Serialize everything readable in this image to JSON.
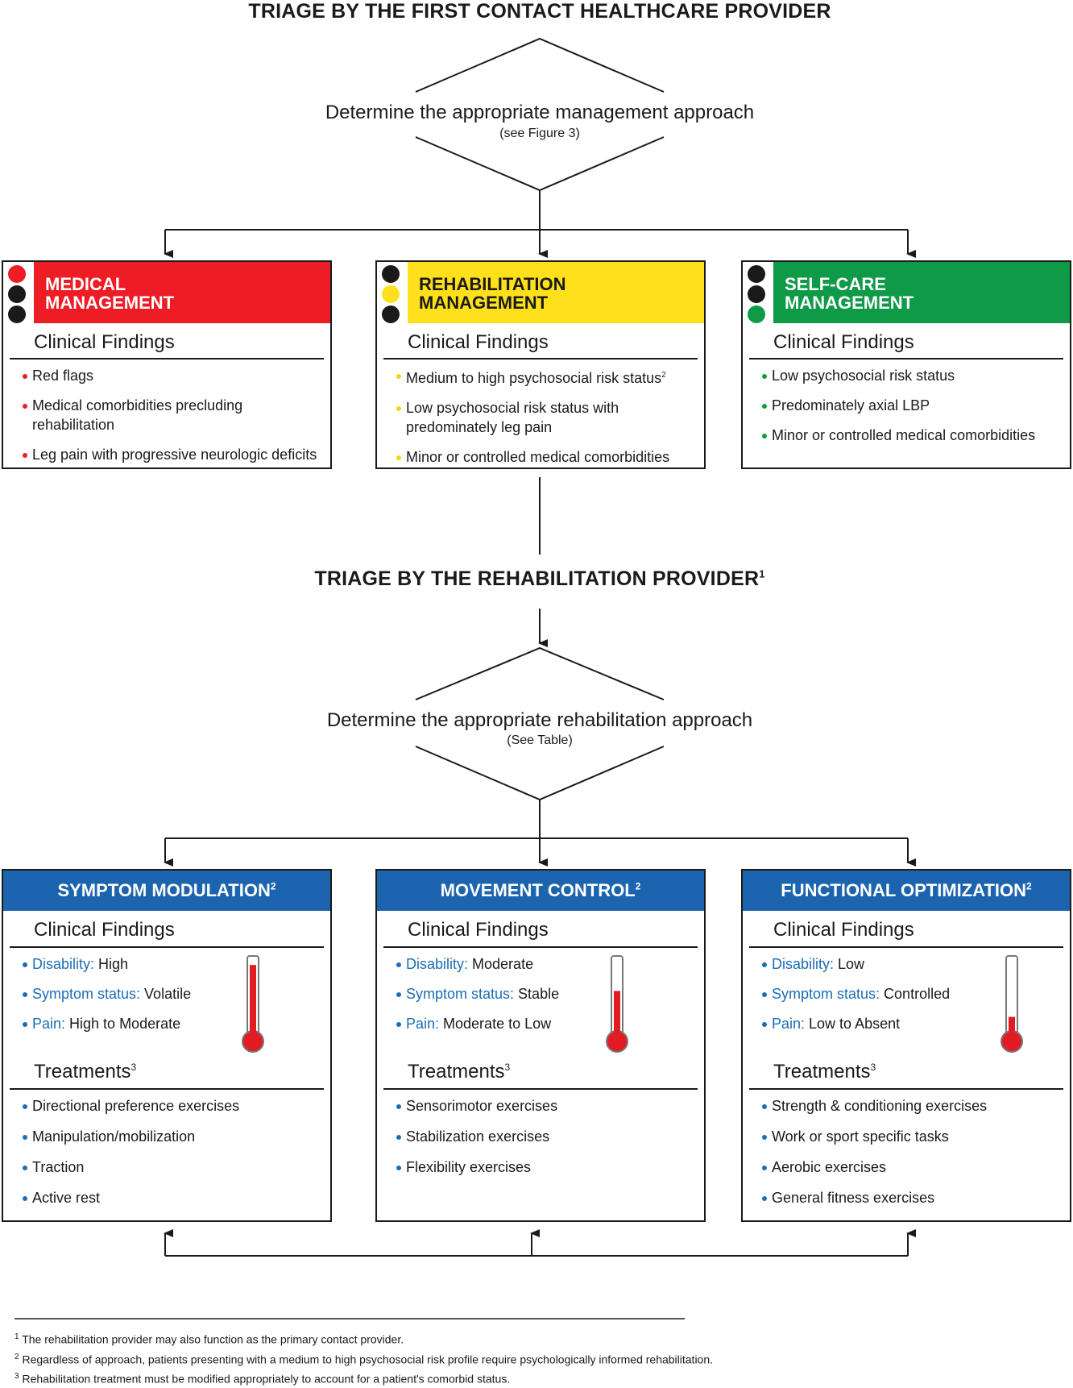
{
  "top_heading": "TRIAGE BY THE FIRST CONTACT HEALTHCARE PROVIDER",
  "decision1": {
    "text": "Determine the appropriate management approach",
    "sub": "(see Figure 3)"
  },
  "management": [
    {
      "title": "MEDICAL\nMANAGEMENT",
      "color": "#ee1c25",
      "lights": [
        "#ee1c25",
        "#1a1a1a",
        "#1a1a1a"
      ],
      "bullet_color": "#ee1c25",
      "section": "Clinical Findings",
      "findings": [
        "Red flags",
        "Medical comorbidities precluding rehabilitation",
        "Leg pain with progressive neurologic deficits"
      ]
    },
    {
      "title": "REHABILITATION\nMANAGEMENT",
      "color": "#ffe01a",
      "lights": [
        "#1a1a1a",
        "#ffe01a",
        "#1a1a1a"
      ],
      "bullet_color": "#f7d417",
      "section": "Clinical Findings",
      "findings": [
        "Medium to high psychosocial risk status",
        "Low psychosocial risk status with predominately leg pain",
        "Minor or controlled medical comorbidities"
      ],
      "finding_sup": [
        "2",
        "",
        ""
      ]
    },
    {
      "title": "SELF-CARE\nMANAGEMENT",
      "color": "#0f9a48",
      "lights": [
        "#1a1a1a",
        "#1a1a1a",
        "#0f9a48"
      ],
      "bullet_color": "#0f9a48",
      "section": "Clinical Findings",
      "findings": [
        "Low psychosocial risk status",
        "Predominately axial LBP",
        "Minor or controlled medical comorbidities"
      ]
    }
  ],
  "mid_heading": {
    "text": "TRIAGE BY THE REHABILITATION PROVIDER",
    "sup": "1"
  },
  "decision2": {
    "text": "Determine the appropriate rehabilitation approach",
    "sub": "(See Table)"
  },
  "approaches": [
    {
      "title": "SYMPTOM MODULATION",
      "title_sup": "2",
      "section": "Clinical Findings",
      "findings": [
        {
          "key": "Disability:",
          "value": " High"
        },
        {
          "key": "Symptom status:",
          "value": " Volatile"
        },
        {
          "key": "Pain:",
          "value": " High to Moderate"
        }
      ],
      "thermometer_level": 0.9,
      "treatments_title": "Treatments",
      "treatments_sup": "3",
      "treatments": [
        "Directional preference exercises",
        "Manipulation/mobilization",
        "Traction",
        "Active rest"
      ]
    },
    {
      "title": "MOVEMENT CONTROL",
      "title_sup": "2",
      "section": "Clinical Findings",
      "findings": [
        {
          "key": "Disability:",
          "value": " Moderate"
        },
        {
          "key": "Symptom status:",
          "value": " Stable"
        },
        {
          "key": "Pain:",
          "value": " Moderate to Low"
        }
      ],
      "thermometer_level": 0.55,
      "treatments_title": "Treatments",
      "treatments_sup": "3",
      "treatments": [
        "Sensorimotor exercises",
        "Stabilization exercises",
        "Flexibility exercises"
      ]
    },
    {
      "title": "FUNCTIONAL OPTIMIZATION",
      "title_sup": "2",
      "section": "Clinical Findings",
      "findings": [
        {
          "key": "Disability:",
          "value": " Low"
        },
        {
          "key": "Symptom status:",
          "value": " Controlled"
        },
        {
          "key": "Pain:",
          "value": " Low to Absent"
        }
      ],
      "thermometer_level": 0.2,
      "treatments_title": "Treatments",
      "treatments_sup": "3",
      "treatments": [
        "Strength & conditioning exercises",
        "Work or sport specific tasks",
        "Aerobic exercises",
        "General fitness exercises"
      ]
    }
  ],
  "colors": {
    "blue": "#1c64ae",
    "key_blue": "#1c6db5",
    "thermo_red": "#e31b23"
  },
  "footnotes": [
    {
      "n": "1",
      "text": "The rehabilitation provider may also function as the primary contact provider."
    },
    {
      "n": "2",
      "text": "Regardless of approach, patients presenting with a medium to high psychosocial risk profile require psychologically informed rehabilitation."
    },
    {
      "n": "3",
      "text": "Rehabilitation treatment must be modified appropriately to account for a patient's comorbid status."
    }
  ]
}
